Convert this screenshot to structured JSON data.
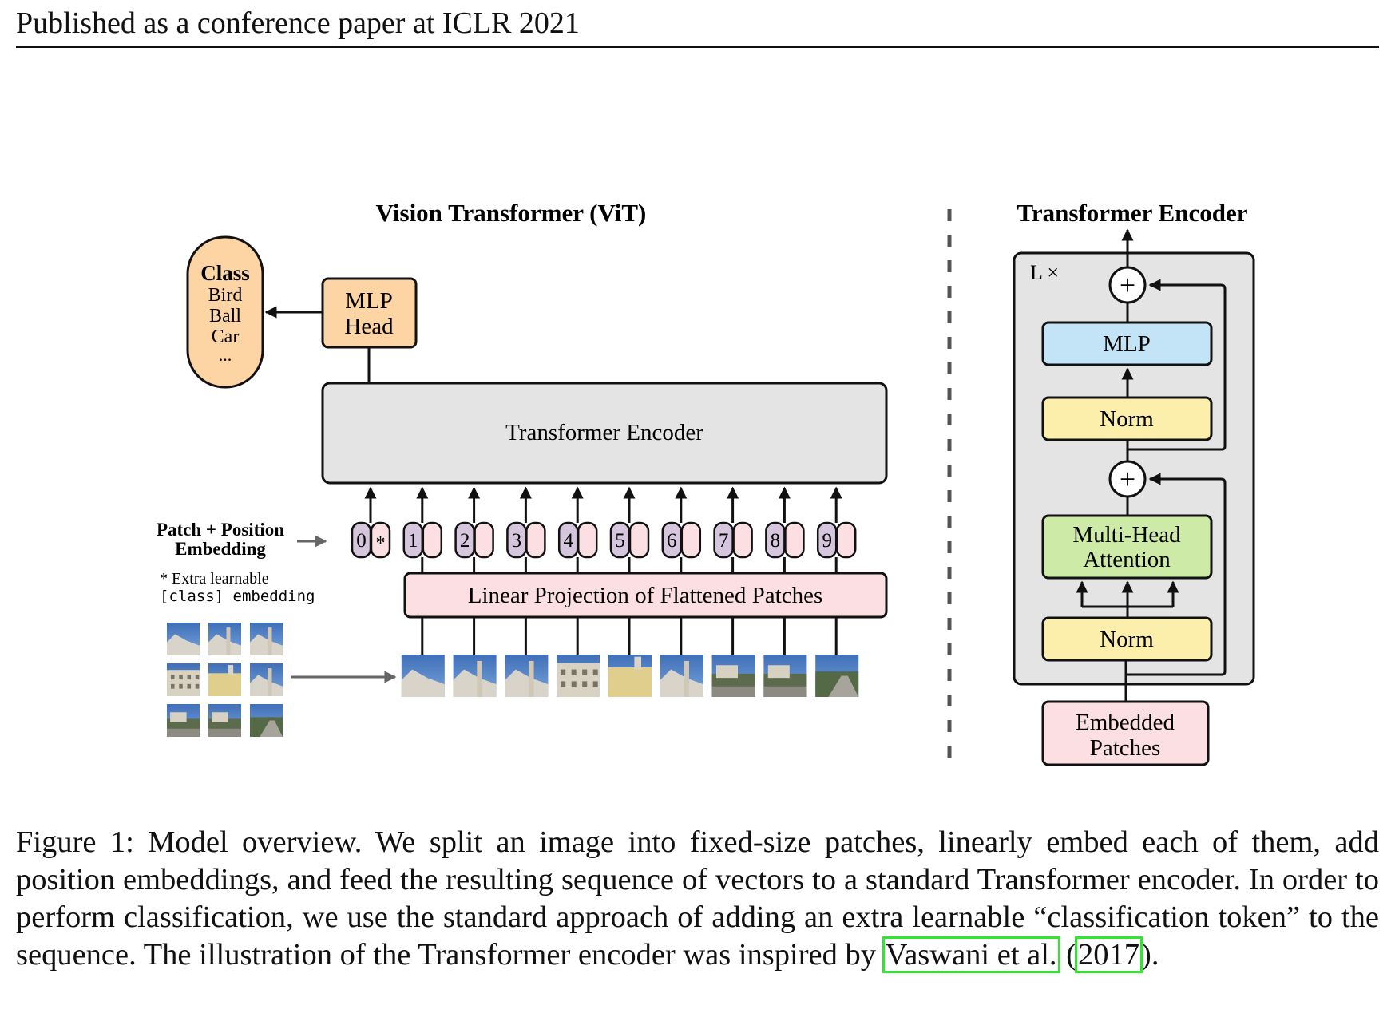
{
  "header": {
    "running_head": "Published as a conference paper at ICLR 2021"
  },
  "figure": {
    "vit_title": "Vision Transformer (ViT)",
    "class_box": {
      "heading": "Class",
      "items": [
        "Bird",
        "Ball",
        "Car",
        "..."
      ]
    },
    "mlp_head": [
      "MLP",
      "Head"
    ],
    "transformer_encoder_label": "Transformer Encoder",
    "patch_position_label": [
      "Patch + Position",
      "Embedding"
    ],
    "extra_note": [
      "* Extra learnable",
      "[class] embedding"
    ],
    "tokens": [
      "0",
      "1",
      "2",
      "3",
      "4",
      "5",
      "6",
      "7",
      "8",
      "9"
    ],
    "class_token_mark": "*",
    "linear_projection_label": "Linear Projection of Flattened Patches",
    "encoder_detail": {
      "title": "Transformer Encoder",
      "repeat_label": "L ×",
      "plus_symbol": "+",
      "mlp": "MLP",
      "norm_upper": "Norm",
      "attention": [
        "Multi-Head",
        "Attention"
      ],
      "norm_lower": "Norm",
      "embedded_patches": [
        "Embedded",
        "Patches"
      ]
    },
    "colors": {
      "orange": "#fdd4a3",
      "grey": "#e4e4e4",
      "pink": "#fbdfe2",
      "purple": "#d5c6dd",
      "blue": "#c3e3f6",
      "yellow": "#fcefab",
      "green": "#cdeaa6"
    }
  },
  "caption": {
    "lead": "Figure 1: Model overview. We split an image into fixed-size patches, linearly embed each of them, add position embeddings, and feed the resulting sequence of vectors to a standard Transformer encoder. In order to perform classification, we use the standard approach of adding an extra learnable “classification token” to the sequence. The illustration of the Transformer encoder was inspired by",
    "citation_authors": "Vaswani et al.",
    "citation_open": "(",
    "citation_year": "2017",
    "citation_close": ")."
  }
}
